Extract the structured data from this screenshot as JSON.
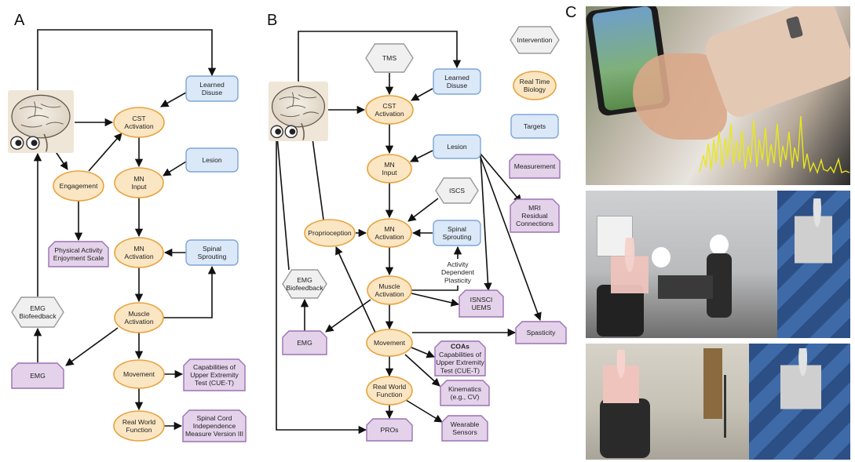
{
  "panel_labels": {
    "a": "A",
    "b": "B",
    "c": "C"
  },
  "colors": {
    "biology_fill": "#fbe6c3",
    "biology_stroke": "#e8a33d",
    "target_fill": "#dbe8f8",
    "target_stroke": "#7ea5d8",
    "measure_fill": "#e4d2ea",
    "measure_stroke": "#9a72b4",
    "intervention_fill": "#f0f0f0",
    "intervention_stroke": "#9a9a9a"
  },
  "panel_a": {
    "nodes": {
      "learned_disuse": [
        "Learned",
        "Disuse"
      ],
      "cst": [
        "CST",
        "Activation"
      ],
      "engagement": [
        "Engagement"
      ],
      "mn_input": [
        "MN",
        "Input"
      ],
      "lesion": [
        "Lesion"
      ],
      "pa_scale": [
        "Physical Activity",
        "Enjoyment Scale"
      ],
      "mn_activation": [
        "MN",
        "Activation"
      ],
      "spinal_sprouting": [
        "Spinal",
        "Sprouting"
      ],
      "emg_biofeedback": [
        "EMG",
        "Biofeedback"
      ],
      "muscle_activation": [
        "Muscle",
        "Activation"
      ],
      "emg": [
        "EMG"
      ],
      "movement": [
        "Movement"
      ],
      "cue_t": [
        "Capabilities of",
        "Upper Extremity",
        "Test (CUE-T)"
      ],
      "real_world": [
        "Real World",
        "Function"
      ],
      "scim": [
        "Spinal Cord",
        "Independence",
        "Measure Version III"
      ]
    }
  },
  "panel_b": {
    "nodes": {
      "tms": [
        "TMS"
      ],
      "learned_disuse": [
        "Learned",
        "Disuse"
      ],
      "cst": [
        "CST",
        "Activation"
      ],
      "mn_input": [
        "MN",
        "Input"
      ],
      "lesion": [
        "Lesion"
      ],
      "iscs": [
        "ISCS"
      ],
      "mri": [
        "MRI",
        "Residual",
        "Connections"
      ],
      "proprioception": [
        "Proprioception"
      ],
      "mn_activation": [
        "MN",
        "Activation"
      ],
      "spinal_sprouting": [
        "Spinal",
        "Sprouting"
      ],
      "activity_plasticity": [
        "Activity",
        "Dependent",
        "Plasticity"
      ],
      "emg_biofeedback": [
        "EMG",
        "Biofeedback"
      ],
      "muscle_activation": [
        "Muscle",
        "Activation"
      ],
      "isnsci": [
        "ISNSCI",
        "UEMS"
      ],
      "emg": [
        "EMG"
      ],
      "movement": [
        "Movement"
      ],
      "spasticity": [
        "Spasticity"
      ],
      "coas": [
        "COAs",
        "Capabilities of",
        "Upper Extremity",
        "Test (CUE-T)"
      ],
      "real_world": [
        "Real World",
        "Function"
      ],
      "kinematics": [
        "Kinematics",
        "(e.g., CV)"
      ],
      "pros": [
        "PROs"
      ],
      "wearable": [
        "Wearable",
        "Sensors"
      ]
    },
    "legend": {
      "intervention": [
        "Intervention"
      ],
      "biology": [
        "Real Time",
        "Biology"
      ],
      "targets": [
        "Targets"
      ],
      "measurement": [
        "Measurement"
      ]
    }
  }
}
